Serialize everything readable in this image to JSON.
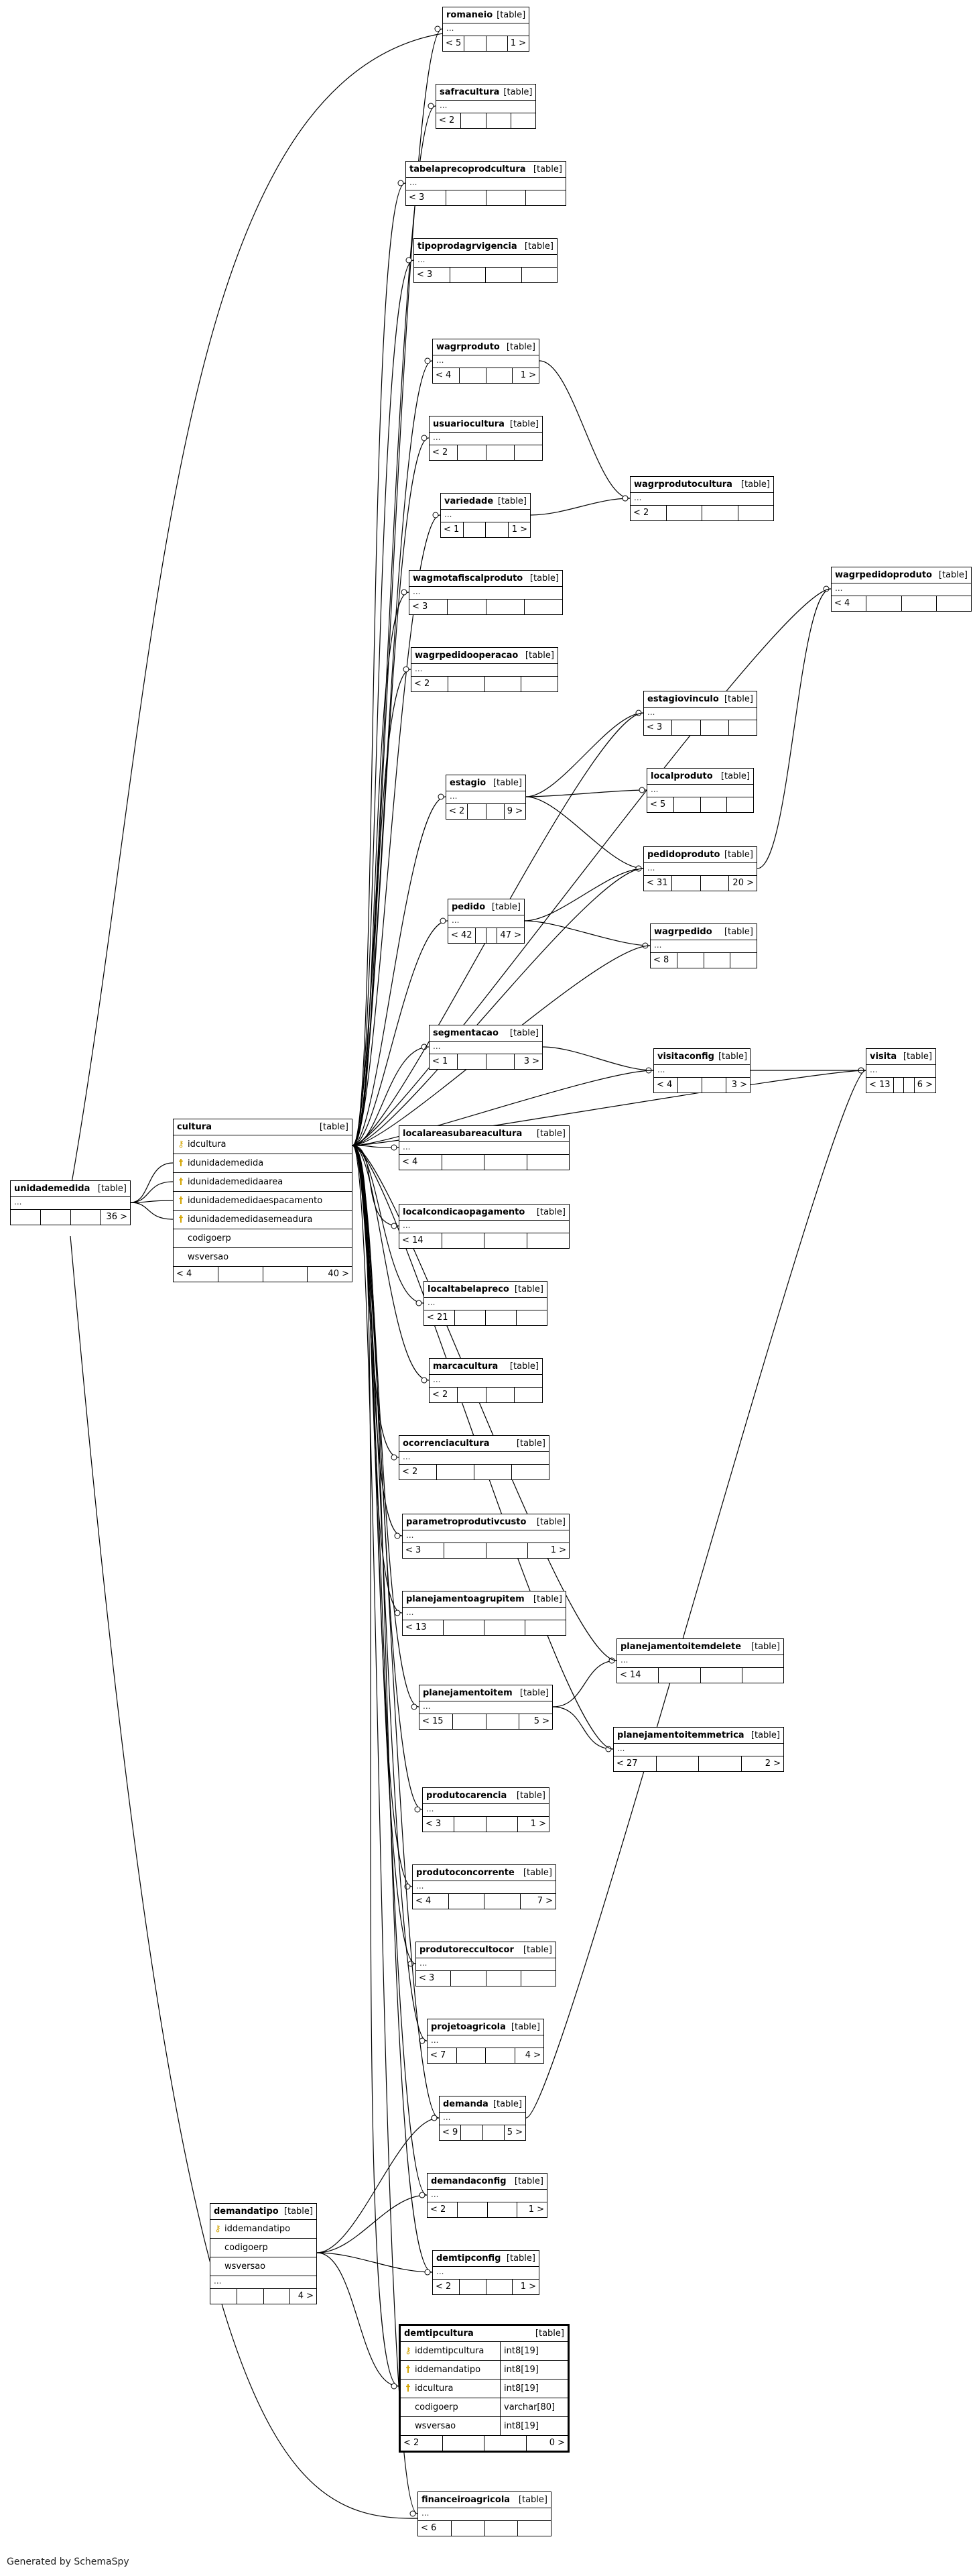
{
  "footer": "Generated by SchemaSpy",
  "kind_label": "[table]",
  "ellipsis": "...",
  "tables": {
    "romaneio": {
      "name": "romaneio",
      "left": "< 5",
      "right": "1 >"
    },
    "safracultura": {
      "name": "safracultura",
      "left": "< 2",
      "right": ""
    },
    "tabelaprecoprodcultura": {
      "name": "tabelaprecoprodcultura",
      "left": "< 3",
      "right": ""
    },
    "tipoprodagrvigencia": {
      "name": "tipoprodagrvigencia",
      "left": "< 3",
      "right": ""
    },
    "wagrproduto": {
      "name": "wagrproduto",
      "left": "< 4",
      "right": "1 >"
    },
    "usuariocultura": {
      "name": "usuariocultura",
      "left": "< 2",
      "right": ""
    },
    "variedade": {
      "name": "variedade",
      "left": "< 1",
      "right": "1 >"
    },
    "wagmotafiscalproduto": {
      "name": "wagmotafiscalproduto",
      "left": "< 3",
      "right": ""
    },
    "wagrpedidooperacao": {
      "name": "wagrpedidooperacao",
      "left": "< 2",
      "right": ""
    },
    "wagrprodutocultura": {
      "name": "wagrprodutocultura",
      "left": "< 2",
      "right": ""
    },
    "wagrpedidoproduto": {
      "name": "wagrpedidoproduto",
      "left": "< 4",
      "right": ""
    },
    "estagiovinculo": {
      "name": "estagiovinculo",
      "left": "< 3",
      "right": ""
    },
    "estagio": {
      "name": "estagio",
      "left": "< 2",
      "right": "9 >"
    },
    "localproduto": {
      "name": "localproduto",
      "left": "< 5",
      "right": ""
    },
    "pedidoproduto": {
      "name": "pedidoproduto",
      "left": "< 31",
      "right": "20 >"
    },
    "pedido": {
      "name": "pedido",
      "left": "< 42",
      "right": "47 >"
    },
    "wagrpedido": {
      "name": "wagrpedido",
      "left": "< 8",
      "right": ""
    },
    "segmentacao": {
      "name": "segmentacao",
      "left": "< 1",
      "right": "3 >"
    },
    "visitaconfig": {
      "name": "visitaconfig",
      "left": "< 4",
      "right": "3 >"
    },
    "visita": {
      "name": "visita",
      "left": "< 13",
      "right": "6 >"
    },
    "localareasubareacultura": {
      "name": "localareasubareacultura",
      "left": "< 4",
      "right": ""
    },
    "localcondicaopagamento": {
      "name": "localcondicaopagamento",
      "left": "< 14",
      "right": ""
    },
    "localtabelapreco": {
      "name": "localtabelapreco",
      "left": "< 21",
      "right": ""
    },
    "marcacultura": {
      "name": "marcacultura",
      "left": "< 2",
      "right": ""
    },
    "ocorrenciacultura": {
      "name": "ocorrenciacultura",
      "left": "< 2",
      "right": ""
    },
    "parametroprodutivcusto": {
      "name": "parametroprodutivcusto",
      "left": "< 3",
      "right": "1 >"
    },
    "planejamentoagrupitem": {
      "name": "planejamentoagrupitem",
      "left": "< 13",
      "right": ""
    },
    "planejamentoitemdelete": {
      "name": "planejamentoitemdelete",
      "left": "< 14",
      "right": ""
    },
    "planejamentoitem": {
      "name": "planejamentoitem",
      "left": "< 15",
      "right": "5 >"
    },
    "planejamentoitemmetrica": {
      "name": "planejamentoitemmetrica",
      "left": "< 27",
      "right": "2 >"
    },
    "produtocarencia": {
      "name": "produtocarencia",
      "left": "< 3",
      "right": "1 >"
    },
    "produtoconcorrente": {
      "name": "produtoconcorrente",
      "left": "< 4",
      "right": "7 >"
    },
    "produtoreccultocor": {
      "name": "produtoreccultocor",
      "left": "< 3",
      "right": ""
    },
    "projetoagricola": {
      "name": "projetoagricola",
      "left": "< 7",
      "right": "4 >"
    },
    "demanda": {
      "name": "demanda",
      "left": "< 9",
      "right": "5 >"
    },
    "demandaconfig": {
      "name": "demandaconfig",
      "left": "< 2",
      "right": "1 >"
    },
    "demtipconfig": {
      "name": "demtipconfig",
      "left": "< 2",
      "right": "1 >"
    },
    "financeiroagricola": {
      "name": "financeiroagricola",
      "left": "< 6",
      "right": ""
    },
    "unidademedida": {
      "name": "unidademedida",
      "left": "",
      "right": "36 >"
    }
  },
  "cultura": {
    "name": "cultura",
    "columns": [
      {
        "name": "idcultura",
        "key": "pk"
      },
      {
        "name": "idunidademedida",
        "key": "fk"
      },
      {
        "name": "idunidademedidaarea",
        "key": "fk"
      },
      {
        "name": "idunidademedidaespacamento",
        "key": "fk"
      },
      {
        "name": "idunidademedidasemeadura",
        "key": "fk"
      },
      {
        "name": "codigoerp",
        "key": ""
      },
      {
        "name": "wsversao",
        "key": ""
      }
    ],
    "left": "< 4",
    "right": "40 >"
  },
  "demandatipo": {
    "name": "demandatipo",
    "columns": [
      {
        "name": "iddemandatipo",
        "key": "pk"
      },
      {
        "name": "codigoerp",
        "key": ""
      },
      {
        "name": "wsversao",
        "key": ""
      }
    ],
    "left": "",
    "right": "4 >"
  },
  "demtipcultura": {
    "name": "demtipcultura",
    "columns": [
      {
        "name": "iddemtipcultura",
        "type": "int8[19]",
        "key": "pk"
      },
      {
        "name": "iddemandatipo",
        "type": "int8[19]",
        "key": "fk"
      },
      {
        "name": "idcultura",
        "type": "int8[19]",
        "key": "fk"
      },
      {
        "name": "codigoerp",
        "type": "varchar[80]",
        "key": ""
      },
      {
        "name": "wsversao",
        "type": "int8[19]",
        "key": ""
      }
    ],
    "left": "< 2",
    "right": "0 >"
  }
}
